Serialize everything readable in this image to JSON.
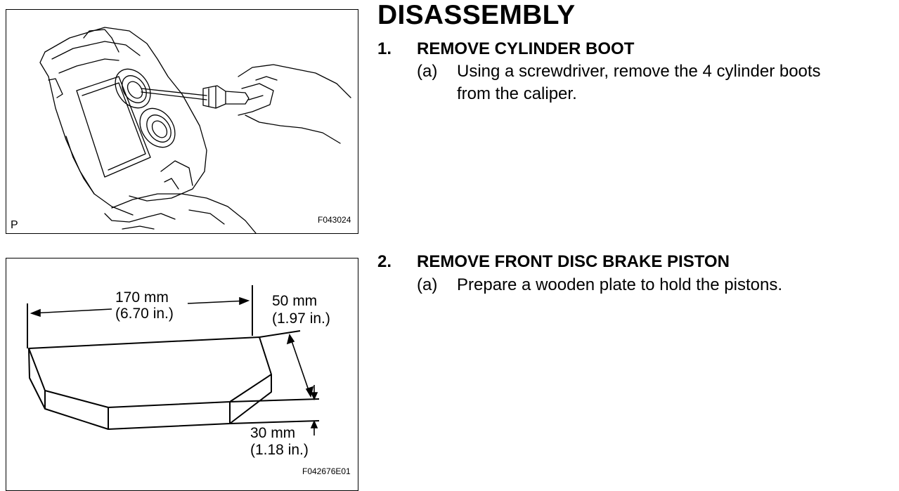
{
  "section_title": "DISASSEMBLY",
  "steps": [
    {
      "number": "1.",
      "title": "REMOVE CYLINDER BOOT",
      "sub_label": "(a)",
      "sub_line1": "Using a screwdriver, remove the 4 cylinder boots",
      "sub_line2": "from the caliper."
    },
    {
      "number": "2.",
      "title": "REMOVE FRONT DISC BRAKE PISTON",
      "sub_label": "(a)",
      "sub_line1": "Prepare a wooden plate to hold the pistons."
    }
  ],
  "figure1": {
    "corner_mark": "P",
    "code": "F043024"
  },
  "figure2": {
    "length_mm": "170 mm",
    "length_in": "(6.70 in.)",
    "width_mm": "50 mm",
    "width_in": "(1.97 in.)",
    "thickness_mm": "30 mm",
    "thickness_in": "(1.18 in.)",
    "code": "F042676E01"
  }
}
